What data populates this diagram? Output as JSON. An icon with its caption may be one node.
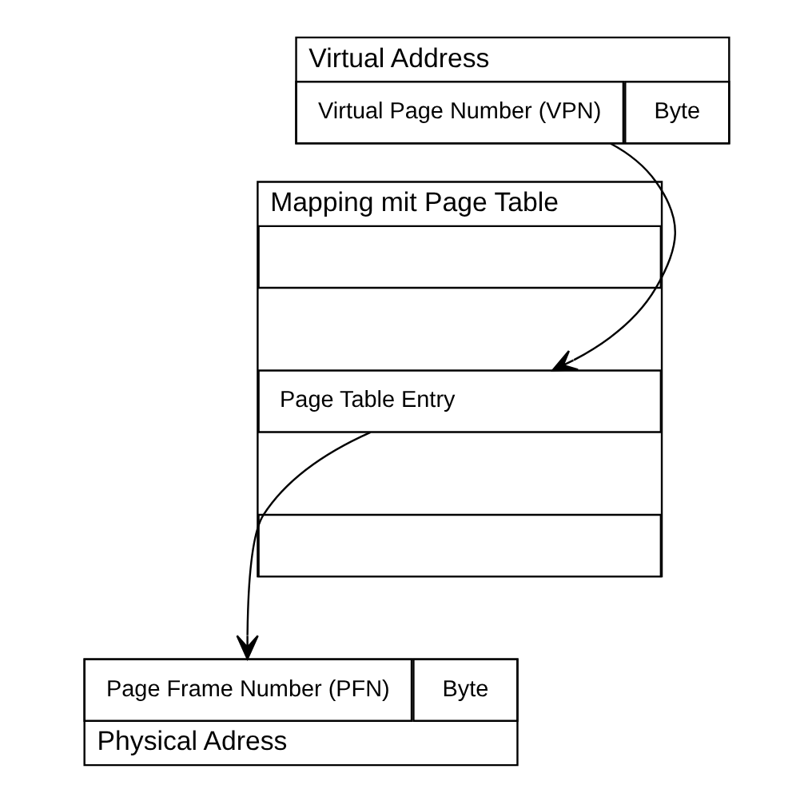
{
  "diagram": {
    "nodes": [
      {
        "text": [
          "Virtual Address"
        ]
      },
      {
        "text": [
          "Virtual Page Number (VPN)"
        ],
        "in": 0
      },
      {
        "text": [
          "Byte"
        ],
        "in": 0
      },
      {
        "text": [
          "Mapping mit Page Table"
        ]
      },
      {
        "text": [],
        "shape": "box",
        "in": 3
      },
      {
        "text": [
          "Page Table Entry"
        ],
        "in": 3
      },
      {
        "text": [],
        "shape": "box",
        "in": 3
      },
      {
        "text": [
          "Physical Adress"
        ]
      },
      {
        "text": [
          "Page Frame Number (PFN)"
        ],
        "in": 7
      },
      {
        "text": [
          "Byte"
        ],
        "in": 7
      }
    ],
    "edges": [
      {
        "from": 1,
        "to": 5,
        "arrow": "to"
      },
      {
        "from": 5,
        "to": 8,
        "arrow": "to"
      }
    ]
  }
}
